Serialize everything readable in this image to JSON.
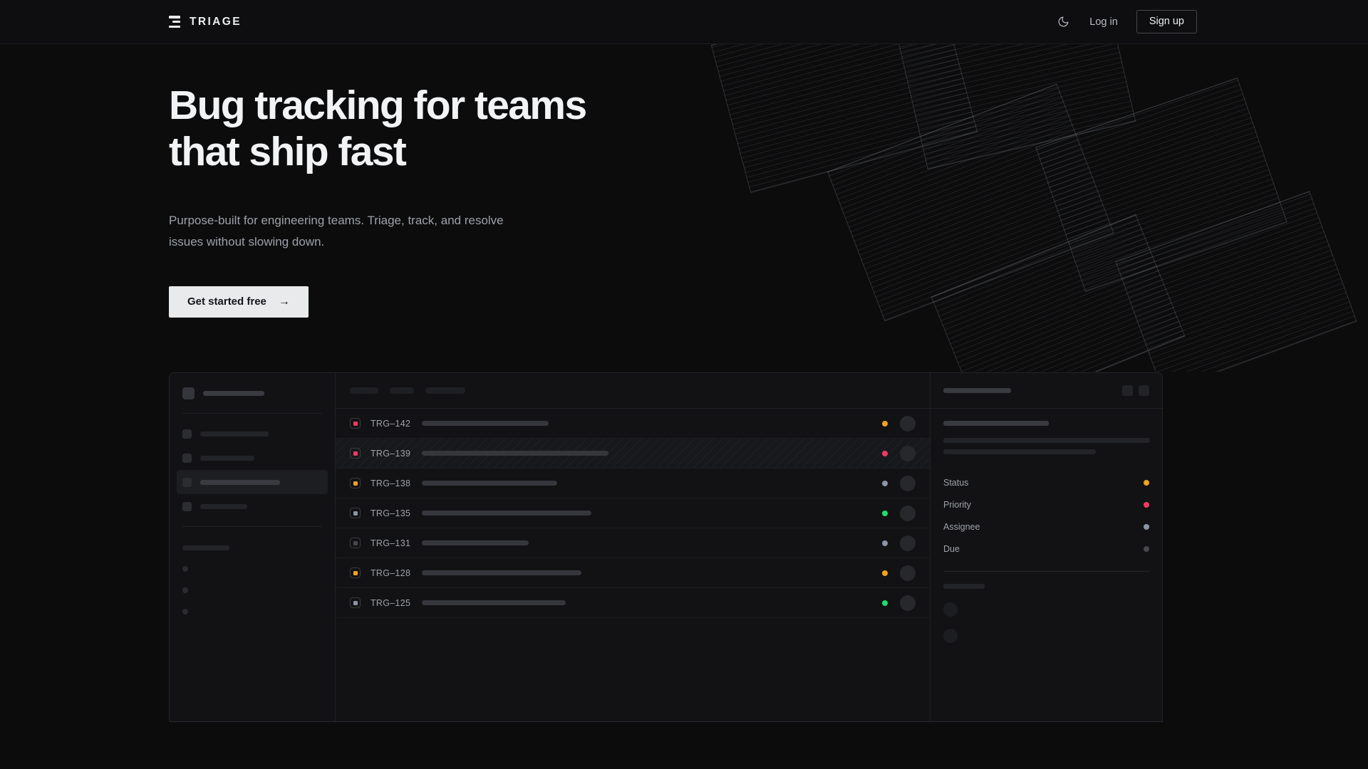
{
  "header": {
    "brand": "TRIAGE",
    "brand_icon": "triage-bars-logo",
    "theme_toggle_icon": "moon-icon",
    "login_label": "Log in",
    "signup_label": "Sign up"
  },
  "hero": {
    "heading_line1": "Bug tracking for teams",
    "heading_line2": "that ship fast",
    "subheading": "Purpose-built for engineering teams. Triage, track, and resolve issues without slowing down.",
    "cta_label": "Get started free",
    "cta_arrow": "→"
  },
  "colors": {
    "page_bg": "#0c0c0d",
    "header_bg": "#0e0e10",
    "panel_bg": "#121214",
    "border": "#232427",
    "text_primary": "#f2f3f5",
    "text_muted": "#9da1a8",
    "cta_bg": "#e9eaec",
    "status_amber": "#f0a31e",
    "status_pink": "#f03a63",
    "status_green": "#1fdd6e",
    "status_slate": "#8b95a6",
    "status_gray": "#46484d"
  },
  "mockup": {
    "sidebar": {
      "workspace_label": "",
      "nav_items": [
        {
          "active": false
        },
        {
          "active": false
        },
        {
          "active": true
        },
        {
          "active": false
        }
      ],
      "section_label": "",
      "sub_items": [
        {},
        {},
        {}
      ]
    },
    "list": {
      "toolbar_pills": [
        62,
        42,
        58
      ],
      "rows": [
        {
          "id": "TRG-142",
          "priority_color": "#f03a63",
          "status_color": "#f0a31e",
          "title_width": 178,
          "selected": false
        },
        {
          "id": "TRG-139",
          "priority_color": "#f03a63",
          "status_color": "#f03a63",
          "title_width": 262,
          "selected": true
        },
        {
          "id": "TRG-138",
          "priority_color": "#f0a31e",
          "status_color": "#8b95a6",
          "title_width": 190,
          "selected": false
        },
        {
          "id": "TRG-135",
          "priority_color": "#8b95a6",
          "status_color": "#1fdd6e",
          "title_width": 238,
          "selected": false
        },
        {
          "id": "TRG-131",
          "priority_color": "#46484d",
          "status_color": "#8b95a6",
          "title_width": 150,
          "selected": false
        },
        {
          "id": "TRG-128",
          "priority_color": "#f0a31e",
          "status_color": "#f0a31e",
          "title_width": 224,
          "selected": false
        },
        {
          "id": "TRG-125",
          "priority_color": "#8b95a6",
          "status_color": "#1fdd6e",
          "title_width": 202,
          "selected": false
        }
      ]
    },
    "detail": {
      "header_button_icons": [
        "square-button-icon",
        "square-button-icon"
      ],
      "fields": [
        {
          "label": "Status",
          "dot_color": "#f0a31e"
        },
        {
          "label": "Priority",
          "dot_color": "#f03a63"
        },
        {
          "label": "Assignee",
          "dot_color": "#8b95a6"
        },
        {
          "label": "Due",
          "dot_color": "#46484d"
        }
      ],
      "activity_rows": [
        {},
        {}
      ]
    }
  }
}
